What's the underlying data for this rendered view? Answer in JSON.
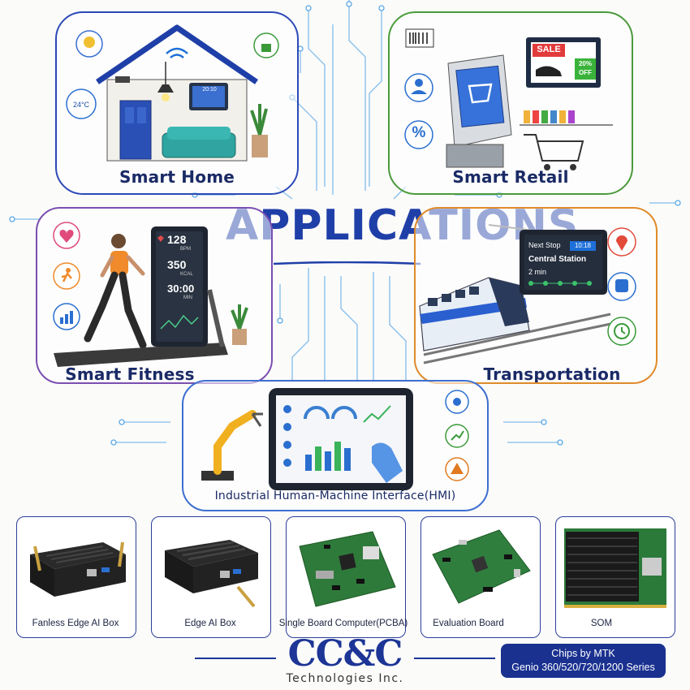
{
  "title": "APPLICATIONS",
  "applications": {
    "smart_home": "Smart Home",
    "smart_retail": "Smart Retail",
    "smart_fitness": "Smart Fitness",
    "transportation": "Transportation",
    "hmi": "Industrial Human-Machine Interface(HMI)"
  },
  "smart_home_scene": {
    "thermostat": "24°C",
    "panel_time": "20:10"
  },
  "smart_retail_scene": {
    "sale": "SALE",
    "discount": "20% OFF",
    "percent": "%"
  },
  "fitness_scene": {
    "heart_rate": "128",
    "heart_unit": "BPM",
    "kcal": "350",
    "kcal_unit": "KCAL",
    "minutes": "30:00",
    "min_unit": "MIN"
  },
  "transport_scene": {
    "next_stop": "Next Stop",
    "time": "10:18",
    "station": "Central Station",
    "eta": "2 min"
  },
  "products": [
    {
      "label": "Fanless Edge AI Box"
    },
    {
      "label": "Edge AI Box"
    },
    {
      "label": "Single Board Computer(PCBA)"
    },
    {
      "label": "Evaluation Board"
    },
    {
      "label": "SOM"
    }
  ],
  "company": {
    "logo": "CC&C",
    "name": "Technologies Inc."
  },
  "chips": {
    "line1": "Chips by MTK",
    "line2": "Genio 360/520/720/1200 Series"
  },
  "colors": {
    "smart_home_border": "#2c49b8",
    "smart_retail_border": "#4a9a3a",
    "smart_fitness_border": "#7a4fb0",
    "transportation_border": "#e08a2a",
    "hmi_border": "#3d6fd0",
    "brand_blue": "#1d3596"
  }
}
